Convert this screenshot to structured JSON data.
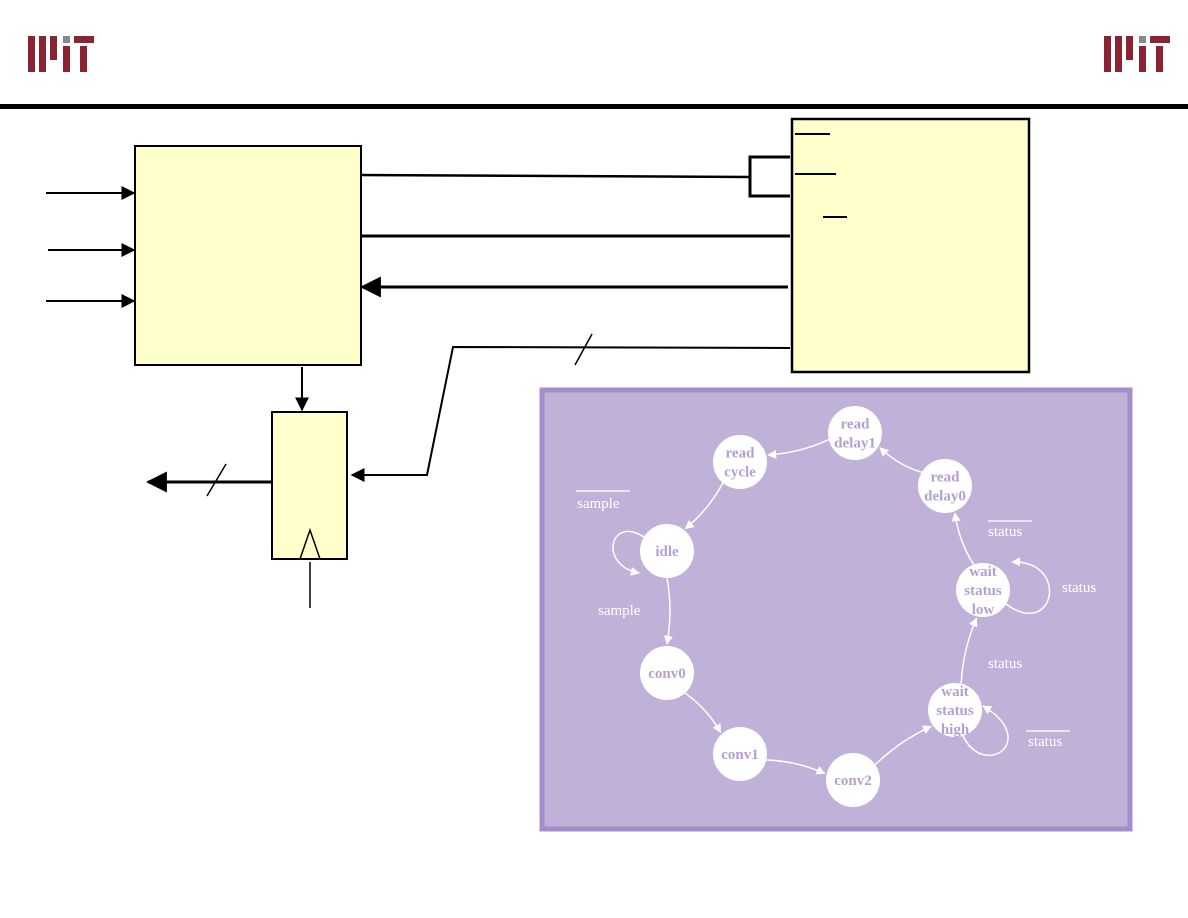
{
  "colors": {
    "brand": "#8b2332",
    "brand_gray": "#8a8a8a",
    "block_fill": "#ffffcc",
    "fsm_panel": "#c0b1d9",
    "fsm_border": "#a58ccb",
    "state_fill": "#ffffff",
    "state_text": "#b49fd0",
    "arrow": "#ffffff"
  },
  "icons": {
    "logo": "mit-logo-icon"
  },
  "fsm": {
    "states": [
      {
        "id": "idle",
        "lines": [
          "idle"
        ]
      },
      {
        "id": "conv0",
        "lines": [
          "conv0"
        ]
      },
      {
        "id": "conv1",
        "lines": [
          "conv1"
        ]
      },
      {
        "id": "conv2",
        "lines": [
          "conv2"
        ]
      },
      {
        "id": "wait-status-high",
        "lines": [
          "wait",
          "status",
          "high"
        ]
      },
      {
        "id": "wait-status-low",
        "lines": [
          "wait",
          "status",
          "low"
        ]
      },
      {
        "id": "read-delay0",
        "lines": [
          "read",
          "delay0"
        ]
      },
      {
        "id": "read-delay1",
        "lines": [
          "read",
          "delay1"
        ]
      },
      {
        "id": "read-cycle",
        "lines": [
          "read",
          "cycle"
        ]
      }
    ],
    "edge_labels": {
      "sample_bar": "sample",
      "sample": "sample",
      "status_high_self": "status",
      "status_to_low": "status",
      "status_low_self": "status",
      "status_bar_to_delay0": "status"
    }
  }
}
